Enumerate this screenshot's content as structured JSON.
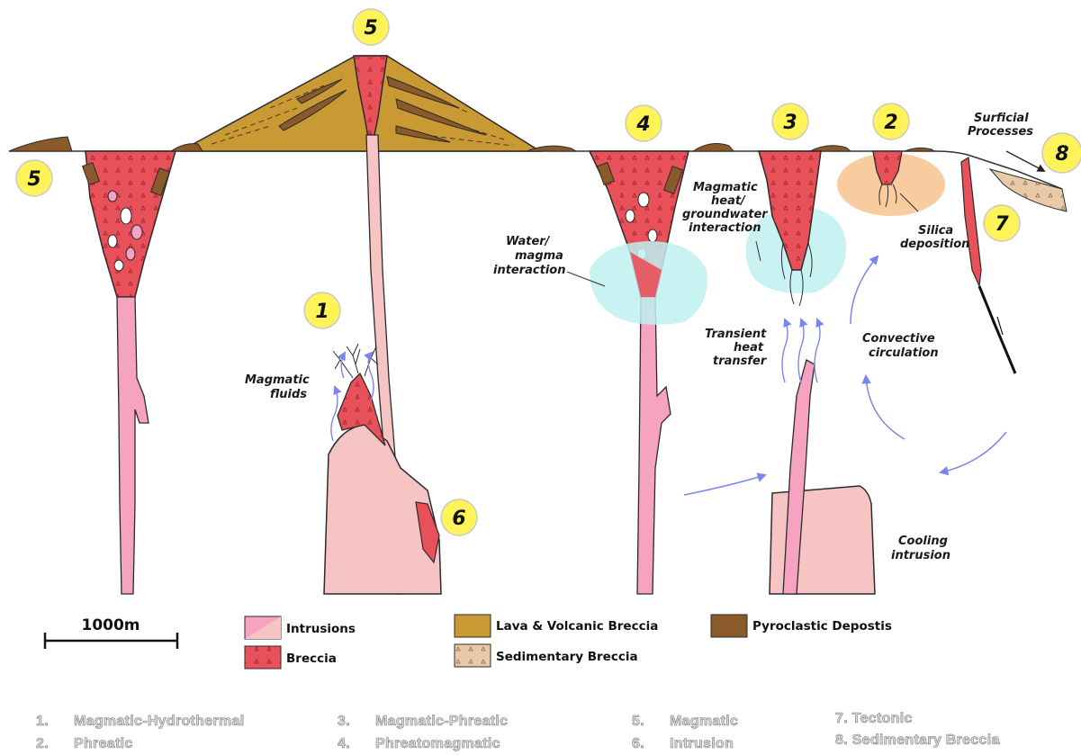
{
  "badges": [
    "1",
    "2",
    "3",
    "4",
    "5",
    "5",
    "6",
    "7",
    "8"
  ],
  "labels": {
    "magmatic_fluids": [
      "Magmatic",
      "fluids"
    ],
    "water_magma": [
      "Water/",
      "magma",
      "interaction"
    ],
    "heat_groundwater": [
      "Magmatic",
      "heat/",
      "groundwater",
      "interaction"
    ],
    "transient": [
      "Transient",
      "heat",
      "transfer"
    ],
    "silica": [
      "Silica",
      "deposition"
    ],
    "convective": [
      "Convective",
      "circulation"
    ],
    "cooling": [
      "Cooling",
      "intrusion"
    ],
    "surficial": [
      "Surficial",
      "Processes"
    ]
  },
  "scale_bar": "1000m",
  "legend": {
    "intrusions": "Intrusions",
    "breccia": "Breccia",
    "lava": "Lava & Volcanic Breccia",
    "sedimentary": "Sedimentary Breccia",
    "pyroclastic": "Pyroclastic Depostis"
  },
  "key_list": [
    {
      "num": "1.",
      "text": "Magmatic-Hydrothermal"
    },
    {
      "num": "2.",
      "text": "Phreatic"
    },
    {
      "num": "3.",
      "text": "Magmatic-Phreatic"
    },
    {
      "num": "4.",
      "text": "Phreatomagmatic"
    },
    {
      "num": "5.",
      "text": "Magmatic"
    },
    {
      "num": "6.",
      "text": "Intrusion"
    },
    {
      "text": "7. Tectonic"
    },
    {
      "text": "8. Sedimentary Breccia"
    }
  ],
  "colors": {
    "breccia": "#e8515a",
    "intrusion": "#f5a3c0",
    "cooling_intrusion": "#f7c4c4",
    "lava": "#c99a34",
    "pyroclastic": "#8a5a2b",
    "sedimentary": "#e8c9a8",
    "water": "#bff0f0",
    "silica": "#f8c796",
    "badge": "#fff35a",
    "arrow": "#7a86f0"
  }
}
